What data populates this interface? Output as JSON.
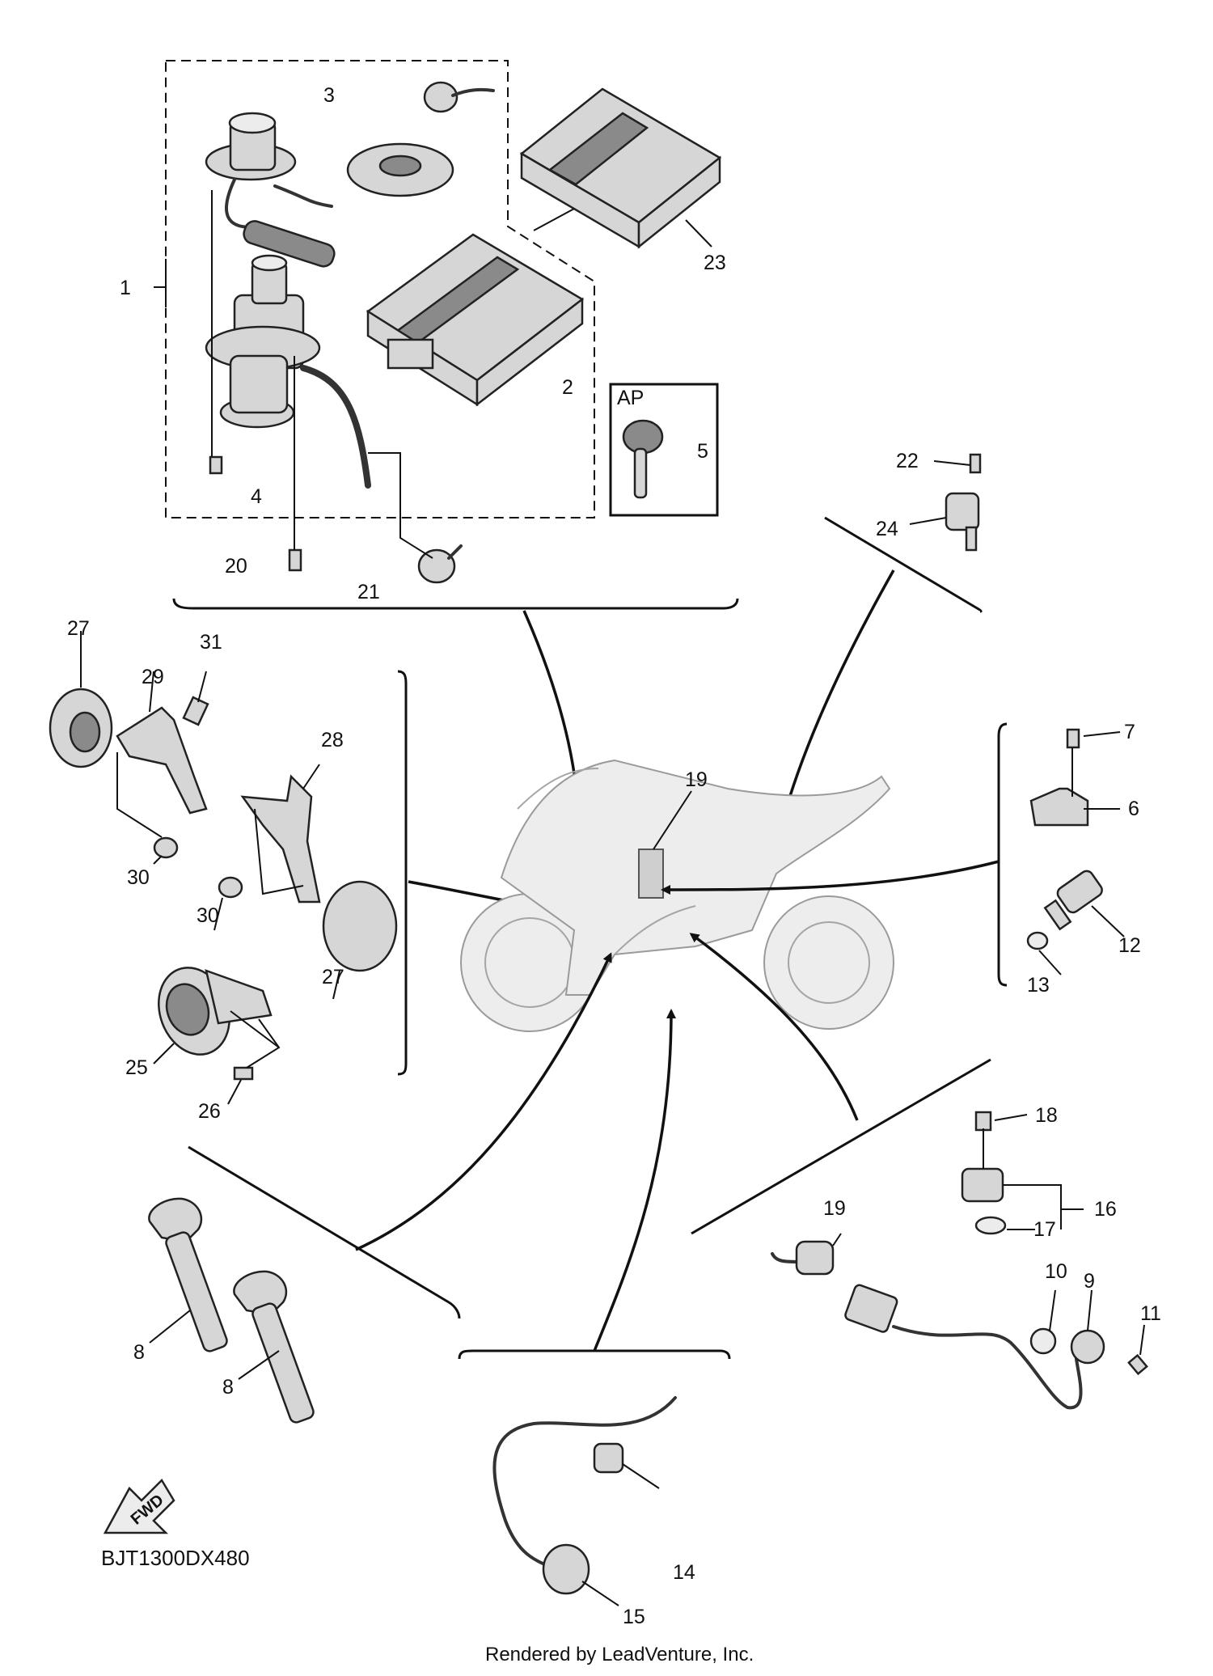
{
  "diagram_code": "BJT1300DX480",
  "footer": "Rendered by LeadVenture, Inc.",
  "ap_label": "AP",
  "fwd_label": "FWD",
  "callouts": {
    "c1": "1",
    "c2": "2",
    "c3": "3",
    "c4": "4",
    "c5": "5",
    "c6": "6",
    "c7": "7",
    "c8a": "8",
    "c8b": "8",
    "c9": "9",
    "c10": "10",
    "c11": "11",
    "c12": "12",
    "c13": "13",
    "c14": "14",
    "c15": "15",
    "c16": "16",
    "c17": "17",
    "c18": "18",
    "c19a": "19",
    "c19b": "19",
    "c20": "20",
    "c21": "21",
    "c22": "22",
    "c23": "23",
    "c24": "24",
    "c25": "25",
    "c26": "26",
    "c27a": "27",
    "c27b": "27",
    "c28": "28",
    "c29": "29",
    "c30a": "30",
    "c30b": "30",
    "c31": "31"
  },
  "icons": [
    "motorcycle-icon",
    "fwd-arrow-icon"
  ]
}
